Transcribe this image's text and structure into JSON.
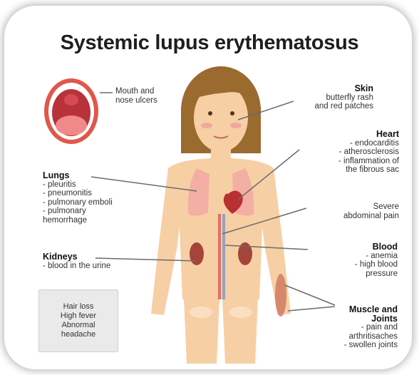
{
  "title": "Systemic lupus erythematosus",
  "labels": {
    "mouth": {
      "text": "Mouth and\nnose ulcers"
    },
    "skin": {
      "heading": "Skin",
      "text": "butterfly rash\nand red patches"
    },
    "heart": {
      "heading": "Heart",
      "text": "- endocarditis\n- atherosclerosis\n- inflammation of\nthe fibrous sac"
    },
    "lungs": {
      "heading": "Lungs",
      "text": "- pleuritis\n- pneumonitis\n- pulmonary emboli\n- pulmonary\n  hemorrhage"
    },
    "abdomen": {
      "text": "Severe\nabdominal pain"
    },
    "kidneys": {
      "heading": "Kidneys",
      "text": "- blood in the urine"
    },
    "blood": {
      "heading": "Blood",
      "text": "- anemia\n- high blood\npressure"
    },
    "muscle": {
      "heading": "Muscle and\nJoints",
      "text": "- pain and\narthritisaches\n- swollen joints"
    }
  },
  "symptoms_box": [
    "Hair loss",
    "High fever",
    "Abnormal",
    "headache"
  ],
  "colors": {
    "skin": "#f7cfa4",
    "hair": "#9b6a2f",
    "line": "#6b6b6b",
    "heart": "#b83030",
    "lungs": "#f2a9a3",
    "kidney": "#a5453a"
  }
}
